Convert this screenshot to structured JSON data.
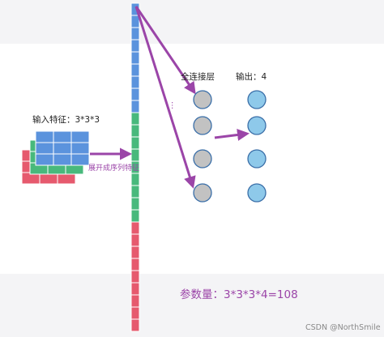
{
  "labels": {
    "input_features": "输入特征：3*3*3",
    "flatten": "展开成序列特征",
    "fc_layer": "全连接层",
    "output": "输出：4",
    "params": "参数量：3*3*3*4=108",
    "watermark": "CSDN @NorthSmile"
  },
  "colors": {
    "blue": "#5b93dd",
    "green": "#48b97c",
    "red": "#e65a6e",
    "purple": "#9b45a8",
    "params_text": "#9b45a8",
    "hidden_node_fill": "#c2c2c2",
    "output_node_fill": "#8ec9ea"
  },
  "input_tensor": {
    "rows": 3,
    "cols": 3,
    "channels": [
      "red",
      "green",
      "blue"
    ]
  },
  "flattened": {
    "segments": [
      {
        "color": "blue",
        "count": 9
      },
      {
        "color": "green",
        "count": 9
      },
      {
        "color": "red",
        "count": 9
      }
    ]
  },
  "layers": {
    "hidden_nodes": 4,
    "output_nodes": 4
  }
}
